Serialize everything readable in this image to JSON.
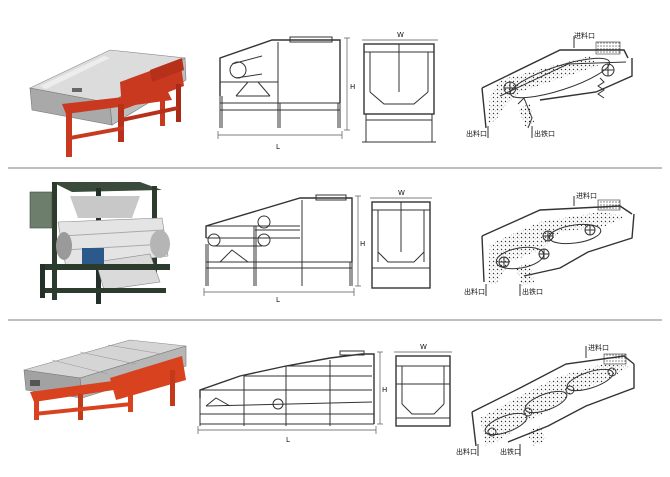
{
  "rows": [
    {
      "id": "model-1",
      "labels": {
        "feed": "进料口",
        "material_out": "出料口",
        "iron_out": "出铁口"
      },
      "dims": {
        "length": "L",
        "width": "W",
        "height": "H"
      },
      "photo_colors": {
        "frame": "#c8391f",
        "body": "#c9c9c9"
      }
    },
    {
      "id": "model-2",
      "labels": {
        "feed": "进料口",
        "material_out": "出料口",
        "iron_out": "出铁口"
      },
      "dims": {
        "length": "L",
        "width": "W",
        "height": "H"
      },
      "photo_colors": {
        "frame": "#2d3b2e",
        "body": "#d8d8d8"
      }
    },
    {
      "id": "model-3",
      "labels": {
        "feed": "进料口",
        "material_out": "出料口",
        "iron_out": "出铁口"
      },
      "dims": {
        "length": "L",
        "width": "W",
        "height": "H"
      },
      "photo_colors": {
        "frame": "#d9421f",
        "body": "#bdbdbd"
      }
    }
  ]
}
